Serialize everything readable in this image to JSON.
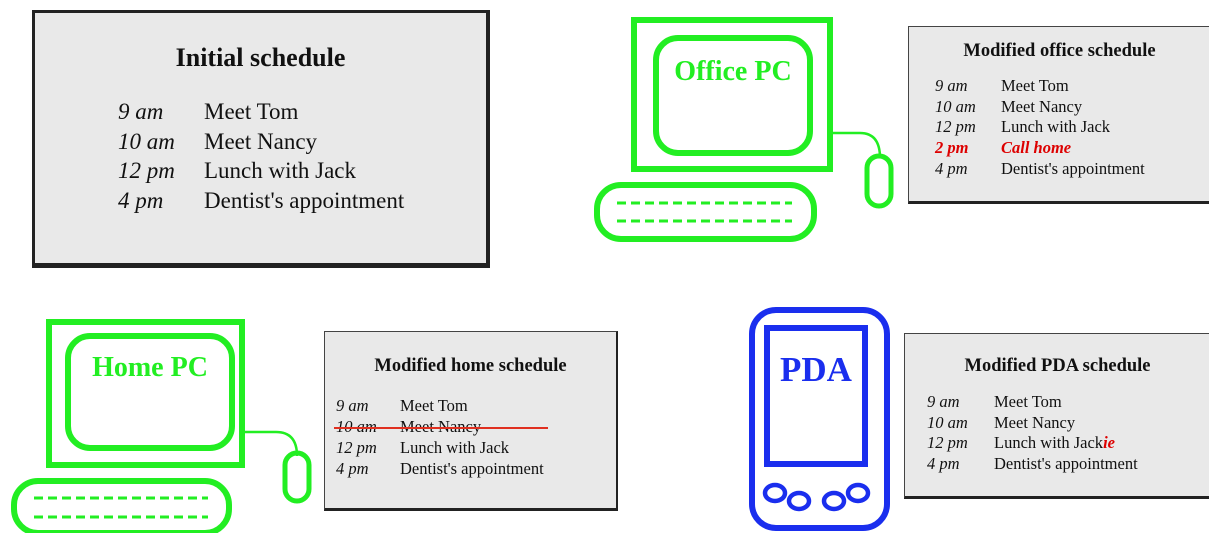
{
  "colors": {
    "pc_green": "#22ee22",
    "pda_blue": "#1a2eee",
    "highlight_red": "#dd0000",
    "box_fill": "#e9e9e9"
  },
  "initial": {
    "title": "Initial schedule",
    "rows": [
      {
        "time": "9 am",
        "event": "Meet Tom"
      },
      {
        "time": "10 am",
        "event": "Meet Nancy"
      },
      {
        "time": "12 pm",
        "event": "Lunch with Jack"
      },
      {
        "time": "4 pm",
        "event": "Dentist's appointment"
      }
    ]
  },
  "office_pc": {
    "label": "Office PC",
    "schedule": {
      "title": "Modified office schedule",
      "rows": [
        {
          "time": "9 am",
          "event": "Meet Tom"
        },
        {
          "time": "10 am",
          "event": "Meet Nancy"
        },
        {
          "time": "12 pm",
          "event": "Lunch with Jack"
        },
        {
          "time": "2 pm",
          "event": "Call home",
          "highlight": true
        },
        {
          "time": "4 pm",
          "event": "Dentist's appointment"
        }
      ]
    }
  },
  "home_pc": {
    "label": "Home PC",
    "schedule": {
      "title": "Modified home schedule",
      "rows": [
        {
          "time": "9 am",
          "event": "Meet Tom"
        },
        {
          "time": "10 am",
          "event": "Meet Nancy",
          "struck": true
        },
        {
          "time": "12 pm",
          "event": "Lunch with Jack"
        },
        {
          "time": "4 pm",
          "event": "Dentist's appointment"
        }
      ]
    }
  },
  "pda": {
    "label": "PDA",
    "schedule": {
      "title": "Modified PDA schedule",
      "rows": [
        {
          "time": "9 am",
          "event": "Meet Tom"
        },
        {
          "time": "10 am",
          "event": "Meet Nancy"
        },
        {
          "time": "12 pm",
          "event": "Lunch with Jack",
          "suffix": "ie"
        },
        {
          "time": "4 pm",
          "event": "Dentist's appointment"
        }
      ]
    }
  }
}
